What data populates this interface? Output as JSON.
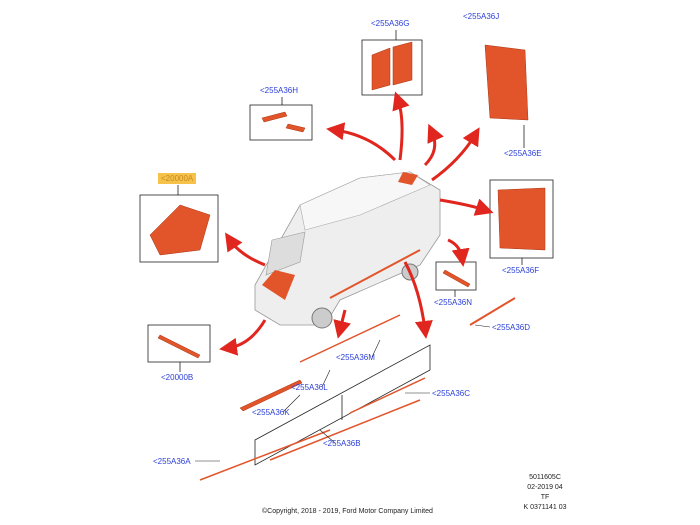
{
  "callouts": {
    "g": "<255A36G",
    "j": "<255A36J",
    "e": "<255A36E",
    "h": "<255A36H",
    "a20": "<20000A",
    "f": "<255A36F",
    "n": "<255A36N",
    "d": "<255A36D",
    "b20": "<20000B",
    "m": "<255A36M",
    "l": "<255A36L",
    "k": "<255A36K",
    "c": "<255A36C",
    "b": "<255A36B",
    "a": "<255A36A"
  },
  "meta": [
    "5011605C",
    "02-2019 04",
    "TF",
    "K 0371141 03"
  ],
  "copyright": "©Copyright, 2018 - 2019, Ford Motor Company Limited",
  "colors": {
    "decal": "#e2552b",
    "arrow": "#e0261e",
    "label": "#2a3fd8",
    "highlight": "#f7c24a"
  }
}
